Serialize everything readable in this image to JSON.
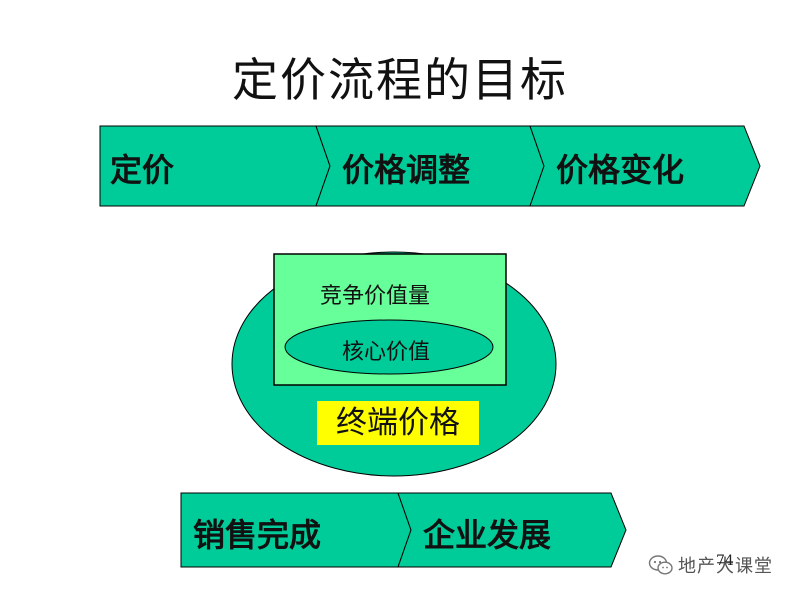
{
  "title": "定价流程的目标",
  "top_flow": {
    "steps": [
      {
        "label": "定价"
      },
      {
        "label": "价格调整"
      },
      {
        "label": "价格变化"
      }
    ]
  },
  "center": {
    "competitive_value": "竞争价值量",
    "core_value": "核心价值",
    "terminal_price": "终端价格"
  },
  "bottom_flow": {
    "steps": [
      {
        "label": "销售完成"
      },
      {
        "label": "企业发展"
      }
    ]
  },
  "page_number": "74",
  "watermark": {
    "text": "地产大课堂",
    "icon": "wechat-icon"
  },
  "colors": {
    "chevron_fill": "#00cc99",
    "circle_fill": "#00cc99",
    "box_fill": "#66ff99",
    "ellipse_fill": "#00cc99",
    "highlight": "#ffff00",
    "outline": "#000000"
  }
}
